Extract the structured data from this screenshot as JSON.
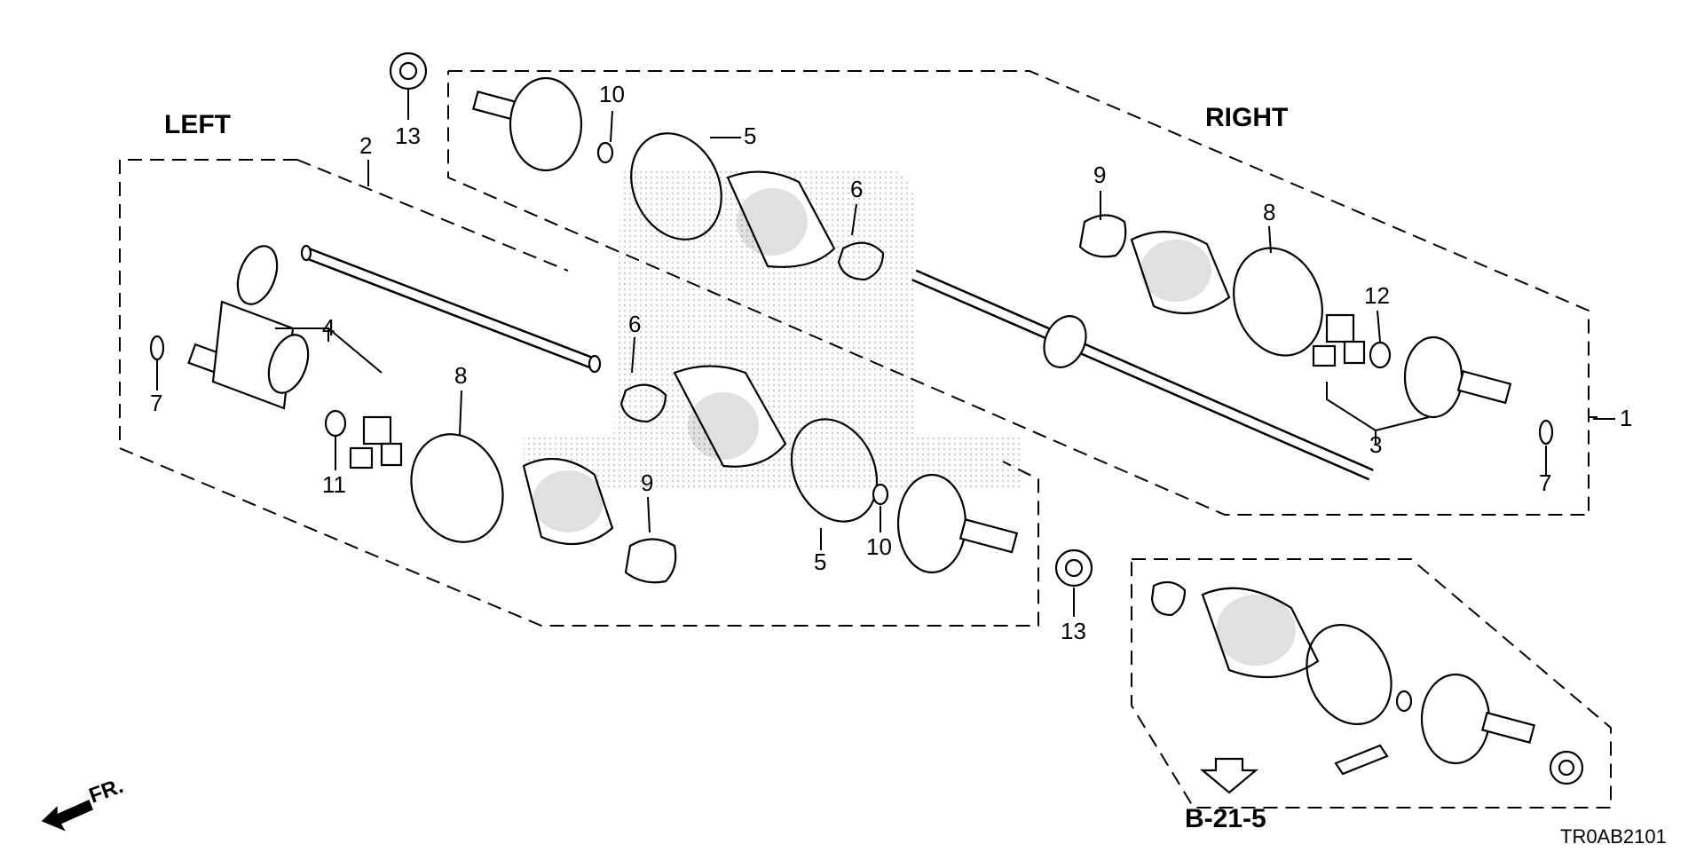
{
  "group_labels": {
    "left": "LEFT",
    "right": "RIGHT"
  },
  "callouts": {
    "c1": "1",
    "c2": "2",
    "c3": "3",
    "c4": "4",
    "c5a": "5",
    "c5b": "5",
    "c6a": "6",
    "c6b": "6",
    "c7a": "7",
    "c7b": "7",
    "c8a": "8",
    "c8b": "8",
    "c9a": "9",
    "c9b": "9",
    "c10a": "10",
    "c10b": "10",
    "c11": "11",
    "c12": "12",
    "c13a": "13",
    "c13b": "13"
  },
  "front_indicator": "FR.",
  "reference": "B-21-5",
  "diagram_code": "TR0AB2101"
}
